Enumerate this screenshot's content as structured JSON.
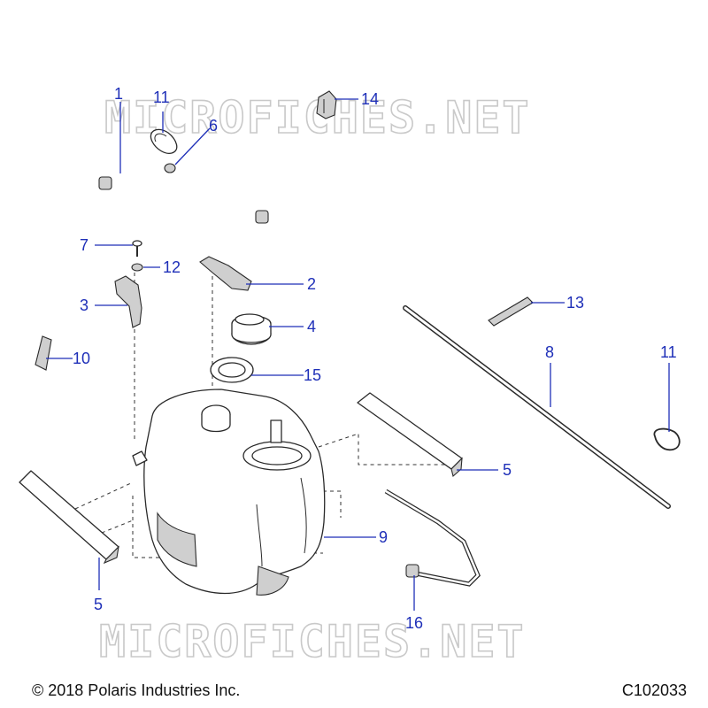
{
  "watermark": "MICROFICHES.NET",
  "copyright": "© 2018 Polaris Industries Inc.",
  "drawing_id": "C102033",
  "colors": {
    "callout": "#1e2fb8",
    "line": "#2a2a2a",
    "watermark": "#c9c9c9"
  },
  "callouts": {
    "c1": "1",
    "c2": "2",
    "c3": "3",
    "c4": "4",
    "c5a": "5",
    "c5b": "5",
    "c6": "6",
    "c7": "7",
    "c8": "8",
    "c9": "9",
    "c10": "10",
    "c11a": "11",
    "c11b": "11",
    "c12": "12",
    "c13": "13",
    "c14": "14",
    "c15": "15",
    "c16": "16"
  }
}
